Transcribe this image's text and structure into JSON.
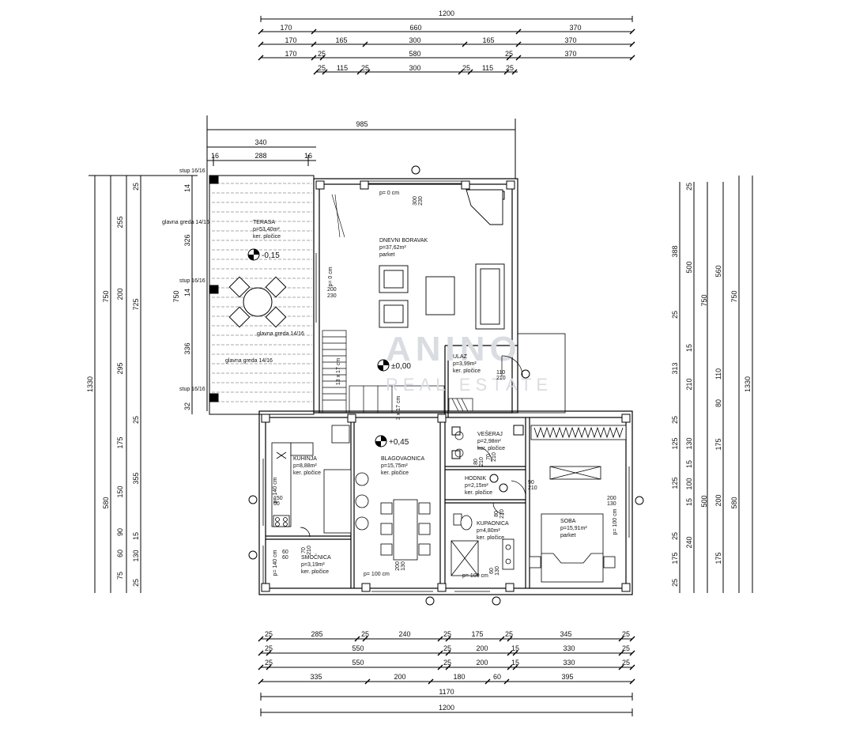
{
  "top_dims": {
    "overall": "1200",
    "row1": [
      "170",
      "660",
      "370"
    ],
    "row2": [
      "170",
      "165",
      "300",
      "165",
      "370"
    ],
    "row3": [
      "170",
      "25",
      "580",
      "25",
      "370"
    ],
    "row4": [
      "25",
      "115",
      "25",
      "300",
      "25",
      "115",
      "25"
    ]
  },
  "upper_dims": {
    "total": "985",
    "terrace": "340",
    "inner": "288",
    "edge_l": "16",
    "edge_r": "16"
  },
  "bottom_dims": {
    "row1": [
      "25",
      "285",
      "25",
      "240",
      "25",
      "175",
      "25",
      "345",
      "25"
    ],
    "row2": [
      "25",
      "550",
      "25",
      "200",
      "15",
      "330",
      "25"
    ],
    "row3": [
      "25",
      "550",
      "25",
      "200",
      "15",
      "330",
      "25"
    ],
    "row4": [
      "335",
      "200",
      "180",
      "60",
      "395"
    ],
    "row5": "1170",
    "overall": "1200"
  },
  "left_dims": {
    "outer": "1330",
    "c1": [
      "750",
      "580"
    ],
    "c2": [
      "25",
      "255",
      "200",
      "295",
      "25",
      "175",
      "355",
      "150",
      "90",
      "60",
      "75",
      "25"
    ],
    "c3": [
      "725",
      "130",
      "15"
    ],
    "c4": [
      "14",
      "326",
      "750",
      "14",
      "336",
      "32"
    ]
  },
  "right_dims": {
    "outer": "1330",
    "c1": [
      "750",
      "580"
    ],
    "c2": [
      "560",
      "750",
      "110",
      "80",
      "175",
      "200",
      "175"
    ],
    "c3": [
      "388",
      "500",
      "210",
      "130",
      "100",
      "500",
      "240",
      "175"
    ],
    "c4": [
      "25",
      "25",
      "313",
      "15",
      "125",
      "25",
      "15",
      "15",
      "25",
      "125",
      "25"
    ]
  },
  "terrace_labels": {
    "stup1": "stup  16/16",
    "glavna": "glavna greda 14/16",
    "stup2": "stup  16/16",
    "stup3": "stup  16/16",
    "greda1": "glavna greda 14/16",
    "greda2": "glavna greda 14/16"
  },
  "rooms": {
    "terasa": {
      "name": "TERASA",
      "area": "p=53,40m²",
      "floor": "ker. pločice"
    },
    "boravak": {
      "name": "DNEVNI BORAVAK",
      "area": "p=37,62m²",
      "floor": "parket"
    },
    "ulaz": {
      "name": "ULAZ",
      "area": "p=3,99m²",
      "floor": "ker. pločice"
    },
    "kuhinja": {
      "name": "KUHINJA",
      "area": "p=8,88m²",
      "floor": "ker. pločice"
    },
    "blagovaonica": {
      "name": "BLAGOVAONICA",
      "area": "p=15,75m²",
      "floor": "ker. pločice"
    },
    "veseraj": {
      "name": "VEŠERAJ",
      "area": "p=2,98m²",
      "floor": "ker. pločice"
    },
    "hodnik": {
      "name": "HODNIK",
      "area": "p=2,15m²",
      "floor": "ker. pločice"
    },
    "kupaonica": {
      "name": "KUPAONICA",
      "area": "p=4,80m²",
      "floor": "ker. pločice"
    },
    "soba": {
      "name": "SOBA",
      "area": "p=15,91m²",
      "floor": "parket"
    },
    "smocnica": {
      "name": "SMOČNICA",
      "area": "p=3,19m²",
      "floor": "ker. pločice"
    }
  },
  "levels": {
    "terrace": "-0,15",
    "entry": "±0,00",
    "dining": "+0,45"
  },
  "openings": {
    "p0a": "p= 0 cm",
    "w1": "300",
    "w1b": "230",
    "p0b": "p= 0 cm",
    "w2": "200",
    "w2b": "230",
    "door_ulaz": "110",
    "door_ulaz_b": "210",
    "p100a": "p= 100 cm",
    "w3": "200",
    "w3b": "130",
    "p100b": "p= 100 cm",
    "w4": "200",
    "w4b": "130",
    "p100c": "p= 100 cm",
    "w5": "60",
    "w5b": "130",
    "p140a": "p= 140 cm",
    "w6": "150",
    "w6b": "60",
    "p140b": "p= 140 cm",
    "w7": "60",
    "w7b": "60",
    "d1": "70",
    "d1b": "210",
    "d2": "90",
    "d2b": "210",
    "d3": "80",
    "d3b": "210",
    "d4": "70",
    "d4b": "210",
    "d5": "80",
    "d5b": "210",
    "stair1": "13 x 17 cm",
    "stair2": "3 x 17 cm"
  },
  "watermark": {
    "line1": "ANINO",
    "line2": "REAL ESTATE"
  }
}
